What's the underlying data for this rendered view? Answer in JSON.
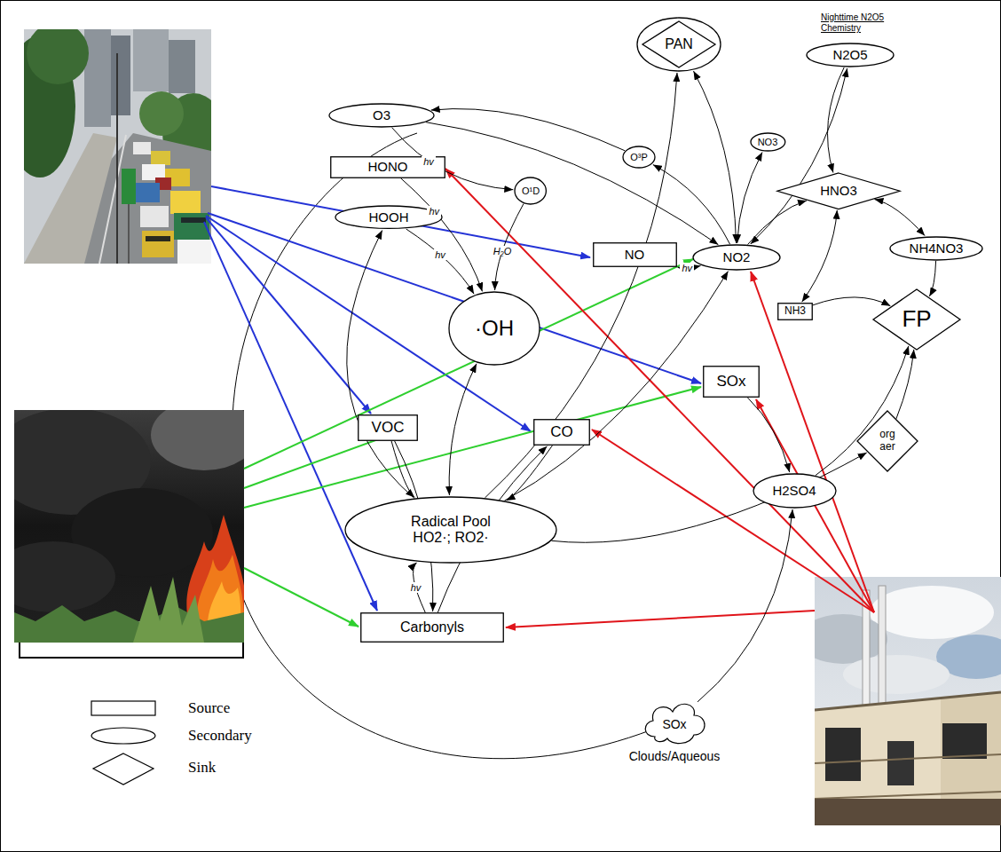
{
  "diagram": {
    "nodes": [
      {
        "text": [
          "PAN"
        ]
      },
      {
        "text": [
          "N2O5"
        ]
      },
      {
        "text": [
          "O3"
        ]
      },
      {
        "text": [
          "O³P"
        ]
      },
      {
        "text": [
          "NO3"
        ]
      },
      {
        "text": [
          "HONO"
        ]
      },
      {
        "text": [
          "O¹D"
        ]
      },
      {
        "text": [
          "HNO3"
        ]
      },
      {
        "text": [
          "HOOH"
        ]
      },
      {
        "text": [
          "NH4NO3"
        ]
      },
      {
        "text": [
          "NO"
        ]
      },
      {
        "text": [
          "NO2"
        ]
      },
      {
        "text": [
          "NH3"
        ]
      },
      {
        "text": [
          "·OH"
        ]
      },
      {
        "text": [
          "FP"
        ]
      },
      {
        "text": [
          "SOx"
        ]
      },
      {
        "text": [
          "VOC"
        ]
      },
      {
        "text": [
          "CO"
        ]
      },
      {
        "text": [
          "org aer"
        ]
      },
      {
        "text": [
          "H2SO4"
        ]
      },
      {
        "text": [
          "Radical Pool",
          "HO2·; RO2·"
        ]
      },
      {
        "text": [
          "Carbonyls"
        ]
      },
      {
        "text": [
          "SOx",
          "Clouds/Aqueous"
        ]
      }
    ],
    "edges": [
      {
        "from": 2,
        "to": 6,
        "arrow": "to",
        "label": "hv"
      },
      {
        "from": 6,
        "to": 13,
        "arrow": "to",
        "label": "H₂O"
      },
      {
        "from": 5,
        "to": 13,
        "arrow": "to",
        "label": "hv"
      },
      {
        "from": 8,
        "to": 13,
        "arrow": "to",
        "label": "hv"
      },
      {
        "from": 11,
        "to": 10,
        "arrow": "both",
        "label": "hv"
      },
      {
        "from": 11,
        "to": 3,
        "arrow": "to"
      },
      {
        "from": 3,
        "to": 2,
        "arrow": "to"
      },
      {
        "from": 2,
        "to": 11,
        "arrow": "to"
      },
      {
        "from": 11,
        "to": 0,
        "arrow": "both"
      },
      {
        "from": 11,
        "to": 4,
        "arrow": "both"
      },
      {
        "from": 11,
        "to": 1,
        "arrow": "both"
      },
      {
        "from": 1,
        "to": 7,
        "arrow": "to"
      },
      {
        "from": 11,
        "to": 7,
        "arrow": "to"
      },
      {
        "from": 7,
        "to": 9,
        "arrow": "both"
      },
      {
        "from": 12,
        "to": 7,
        "arrow": "both"
      },
      {
        "from": 9,
        "to": 14,
        "arrow": "to"
      },
      {
        "from": 12,
        "to": 14,
        "arrow": "to"
      },
      {
        "from": 19,
        "to": 14,
        "arrow": "to"
      },
      {
        "from": 18,
        "to": 14,
        "arrow": "to"
      },
      {
        "from": 15,
        "to": 19,
        "arrow": "to"
      },
      {
        "from": 22,
        "to": 19,
        "arrow": "to"
      },
      {
        "from": 16,
        "to": 20,
        "arrow": "to"
      },
      {
        "from": 17,
        "to": 20,
        "arrow": "to"
      },
      {
        "from": 13,
        "to": 20,
        "arrow": "both"
      },
      {
        "from": 21,
        "to": 20,
        "arrow": "to",
        "label": "hv"
      },
      {
        "from": 20,
        "to": 11,
        "arrow": "to"
      },
      {
        "from": 20,
        "to": 8,
        "arrow": "to"
      },
      {
        "from": 20,
        "to": 0,
        "arrow": "to"
      },
      {
        "from": 20,
        "to": 18,
        "arrow": "to"
      },
      {
        "from": 16,
        "to": 21,
        "arrow": "to"
      },
      {
        "from": 21,
        "to": 17,
        "arrow": "to"
      }
    ],
    "labels": [
      "Nighttime N2O5 Chemistry"
    ],
    "legend": [
      {
        "text": "Source"
      },
      {
        "text": "Secondary"
      },
      {
        "text": "Sink"
      }
    ]
  }
}
